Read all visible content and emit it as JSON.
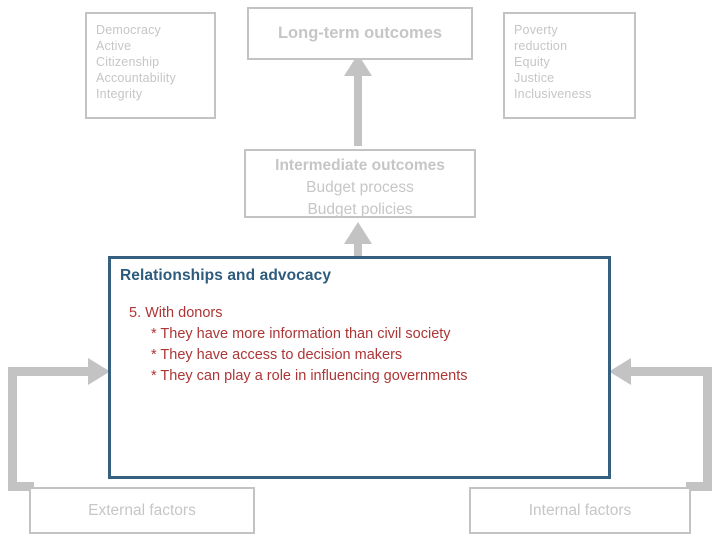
{
  "colors": {
    "gray_line": "#c3c3c3",
    "gray_text": "#c6c6c6",
    "blue_border": "#35607f",
    "blue_text": "#2d5b7d",
    "red_text": "#ac3636",
    "background": "#ffffff"
  },
  "boxes": {
    "values": {
      "name": "values-box",
      "lines": [
        "Democracy",
        "Active",
        "Citizenship",
        "Accountability",
        "Integrity"
      ]
    },
    "long_term": {
      "name": "long-term-outcomes-box",
      "title": "Long-term outcomes"
    },
    "impacts": {
      "name": "impacts-box",
      "lines": [
        "Poverty",
        "reduction",
        "Equity",
        "Justice",
        "Inclusiveness"
      ]
    },
    "intermediate": {
      "name": "intermediate-outcomes-box",
      "heading": "Intermediate outcomes",
      "sub_lines": [
        "Budget process",
        "Budget policies"
      ]
    },
    "main": {
      "name": "relationships-and-advocacy-box",
      "title": "Relationships and advocacy",
      "list": {
        "number": "5.",
        "label": "With donors",
        "bullets": [
          "* They have more information than civil society",
          "* They have access to decision makers",
          "* They can play a role in influencing governments"
        ]
      }
    },
    "external": {
      "name": "external-factors-box",
      "label": "External factors"
    },
    "internal": {
      "name": "internal-factors-box",
      "label": "Internal factors"
    }
  },
  "arrows": [
    {
      "name": "arrow-intermediate-to-longterm",
      "direction": "up"
    },
    {
      "name": "arrow-main-to-intermediate",
      "direction": "up"
    },
    {
      "name": "arrow-external-to-main",
      "direction": "right"
    },
    {
      "name": "arrow-internal-to-main",
      "direction": "left"
    }
  ]
}
